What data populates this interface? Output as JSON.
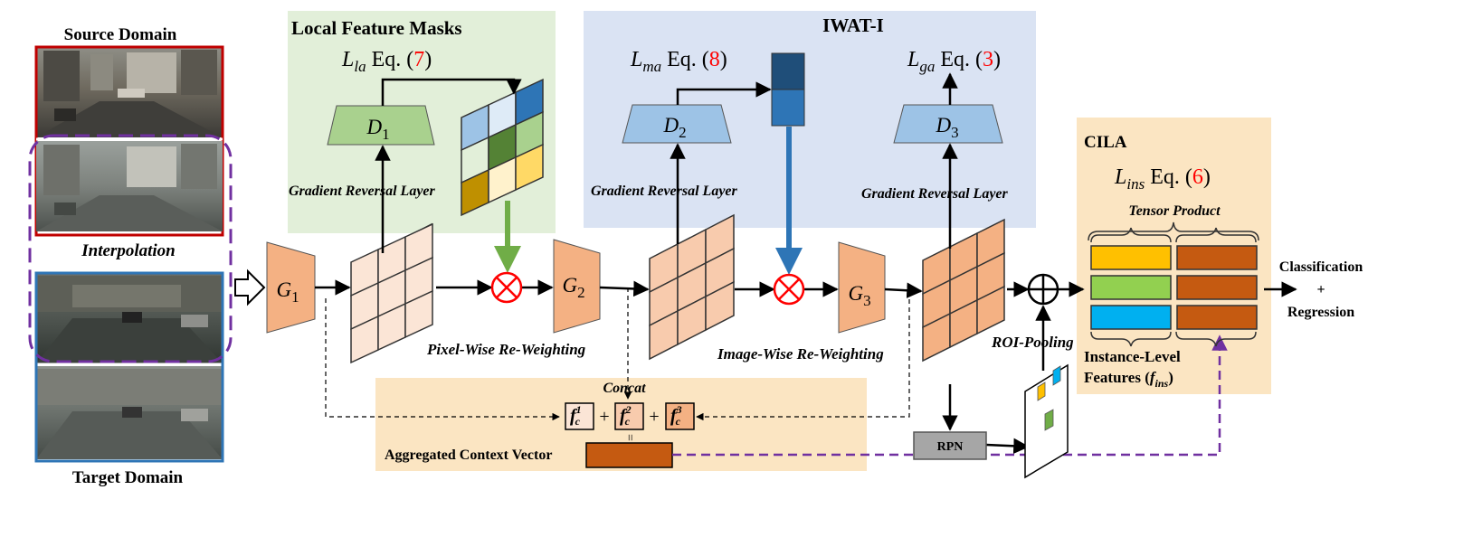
{
  "left_panel": {
    "source_domain_label": "Source Domain",
    "interpolation_label": "Interpolation",
    "target_domain_label": "Target Domain"
  },
  "regions": {
    "local_feature_masks_title": "Local Feature Masks",
    "iwat_title": "IWAT-I",
    "cila_title": "CILA",
    "aggregated_context_label": "Aggregated Context Vector"
  },
  "generators": {
    "g1": {
      "main": "G",
      "sub": "1"
    },
    "g2": {
      "main": "G",
      "sub": "2"
    },
    "g3": {
      "main": "G",
      "sub": "3"
    }
  },
  "discriminators": {
    "d1": {
      "main": "D",
      "sub": "1"
    },
    "d2": {
      "main": "D",
      "sub": "2"
    },
    "d3": {
      "main": "D",
      "sub": "3"
    }
  },
  "losses": {
    "la": {
      "main": "L",
      "sub": "la",
      "eq_text": "Eq. (",
      "eq_num": "7",
      "close": ")"
    },
    "ma": {
      "main": "L",
      "sub": "ma",
      "eq_text": "Eq. (",
      "eq_num": "8",
      "close": ")"
    },
    "ga": {
      "main": "L",
      "sub": "ga",
      "eq_text": "Eq. (",
      "eq_num": "3",
      "close": ")"
    },
    "ins": {
      "main": "L",
      "sub": "ins",
      "eq_text": "Eq. (",
      "eq_num": "6",
      "close": ")"
    }
  },
  "labels": {
    "grl": "Gradient Reversal Layer",
    "pixel_wise": "Pixel-Wise Re-Weighting",
    "image_wise": "Image-Wise Re-Weighting",
    "roi_pooling": "ROI-Pooling",
    "concat": "Concat",
    "rpn": "RPN",
    "tensor_product": "Tensor Product",
    "instance_level_line1": "Instance-Level",
    "instance_level_line2": "Features (",
    "instance_level_f": "f",
    "instance_level_sub": "ins",
    "instance_level_close": ")",
    "classification": "Classification",
    "plus": "+",
    "regression": "Regression",
    "equals": "=",
    "f_main": "f",
    "f_sub": "c",
    "f1_sup": "1",
    "f2_sup": "2",
    "f3_sup": "3"
  },
  "colors": {
    "green_region": "#e2efd9",
    "blue_region": "#dae3f3",
    "yellow_region": "#fbe5c2",
    "generator": "#f4b183",
    "d1": "#a9d18e",
    "d_blue": "#9dc3e6",
    "light_feature": "#fbe5d6",
    "feature": "#f8cbad",
    "feature_dark": "#f4b183",
    "orange_dark": "#c55a11",
    "red": "#ff0000",
    "purple": "#7030a0",
    "green_arrow": "#70ad47",
    "blue_arrow": "#2e75b6",
    "gold": "#ffc000",
    "green_bar": "#92d050",
    "cyan_bar": "#00b0f0",
    "rpn_gray": "#a6a6a6"
  }
}
